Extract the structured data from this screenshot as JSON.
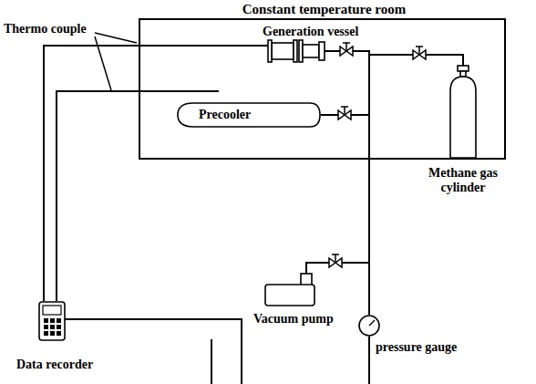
{
  "diagram": {
    "nodes": [
      {
        "text": [
          "Constant temperature room"
        ]
      },
      {
        "text": [
          "Generation vessel"
        ],
        "in": 0
      },
      {
        "text": [
          "Precooler"
        ],
        "in": 0
      },
      {
        "text": [
          "Methane gas cylinder"
        ],
        "in": 0
      },
      {
        "text": [
          "Data recorder"
        ]
      },
      {
        "text": [
          "Vacuum pump"
        ]
      },
      {
        "text": [
          "pressure gauge"
        ]
      }
    ],
    "edges": [
      {
        "from": 1,
        "to": 6,
        "arrow": "none"
      },
      {
        "from": 3,
        "to": 6,
        "arrow": "none"
      },
      {
        "from": 2,
        "to": 6,
        "arrow": "none"
      },
      {
        "from": 5,
        "to": 6,
        "arrow": "none"
      },
      {
        "from": 4,
        "to": 1,
        "arrow": "none"
      },
      {
        "from": 4,
        "to": 0,
        "arrow": "none"
      }
    ],
    "labels": [
      "Thermo couple"
    ]
  }
}
